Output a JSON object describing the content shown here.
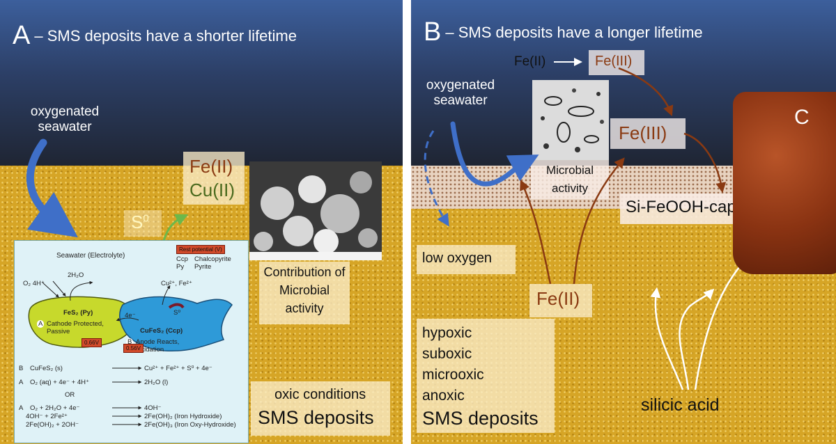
{
  "panelA": {
    "letter": "A",
    "title": "– SMS deposits have a shorter lifetime",
    "oxygenated_line1": "oxygenated",
    "oxygenated_line2": "seawater",
    "fe2": "Fe(II)",
    "cu2": "Cu(II)",
    "s0_base": "S",
    "s0_sup": "0",
    "contribution_line1": "Contribution of",
    "contribution_line2": "Microbial",
    "contribution_line3": "activity",
    "oxic": "oxic conditions",
    "sms": "SMS deposits",
    "inset": {
      "seawater": "Seawater (Electrolyte)",
      "rest_potential": "Rest potential (V)",
      "legend_ccp_abbr": "Ccp",
      "legend_ccp": "Chalcopyrite",
      "legend_py_abbr": "Py",
      "legend_py": "Pyrite",
      "o2": "O₂ 4H⁺",
      "h2o": "2H₂O",
      "cu_fe": "Cu²⁺, Fe²⁺",
      "fes2": "FeS₂ (Py)",
      "cufes2": "CuFeS₂ (Ccp)",
      "s0": "S⁰",
      "e4": "4e⁻",
      "a_label": "A",
      "b_label": "B",
      "cathode1": "Cathode Protected,",
      "cathode2": "Passive",
      "anode1": "Anode Reacts,",
      "anode2": "Oxidation",
      "v1": "0.66V",
      "v2": "0.56V",
      "eq1_label": "B",
      "eq1_left": "CuFeS₂ (s)",
      "eq1_right": "Cu²⁺ + Fe²⁺ + S⁰ + 4e⁻",
      "eq2_label": "A",
      "eq2_left": "O₂ (aq) + 4e⁻ + 4H⁺",
      "eq2_right": "2H₂O (l)",
      "or": "OR",
      "eq3_label": "A",
      "eq3_left": "O₂ + 2H₂O + 4e⁻",
      "eq3_right": "4OH⁻",
      "eq4_left": "4OH⁻ + 2Fe²⁺",
      "eq4_right": "2Fe(OH)₂ (Iron Hydroxide)",
      "eq5_left": "2Fe(OH)₂ + 2OH⁻",
      "eq5_right": "2Fe(OH)₃ (Iron Oxy-Hydroxide)"
    }
  },
  "panelB": {
    "letter": "B",
    "title": "– SMS deposits have a longer lifetime",
    "fe2_top": "Fe(II)",
    "fe3_top": "Fe(III)",
    "fe3_mid": "Fe(III)",
    "oxygenated_line1": "oxygenated",
    "oxygenated_line2": "seawater",
    "microbial_line1": "Microbial",
    "microbial_line2": "activity",
    "cap": "Si-FeOOH-cap",
    "low_oxygen": "low oxygen",
    "fe2_low": "Fe(II)",
    "cond1": "hypoxic",
    "cond2": "suboxic",
    "cond3": "microoxic",
    "cond4": "anoxic",
    "sms": "SMS deposits",
    "silicic": "silicic acid",
    "letter_c": "C"
  },
  "colors": {
    "sky_top": "#3c5f9c",
    "sky_bottom": "#1f2533",
    "sand": "#d6a526",
    "blue_arrow": "#3f6fc8",
    "brown_arrow": "#8a3a12",
    "fe_text": "#8a3a12",
    "cu_text": "#4a6a1e"
  }
}
